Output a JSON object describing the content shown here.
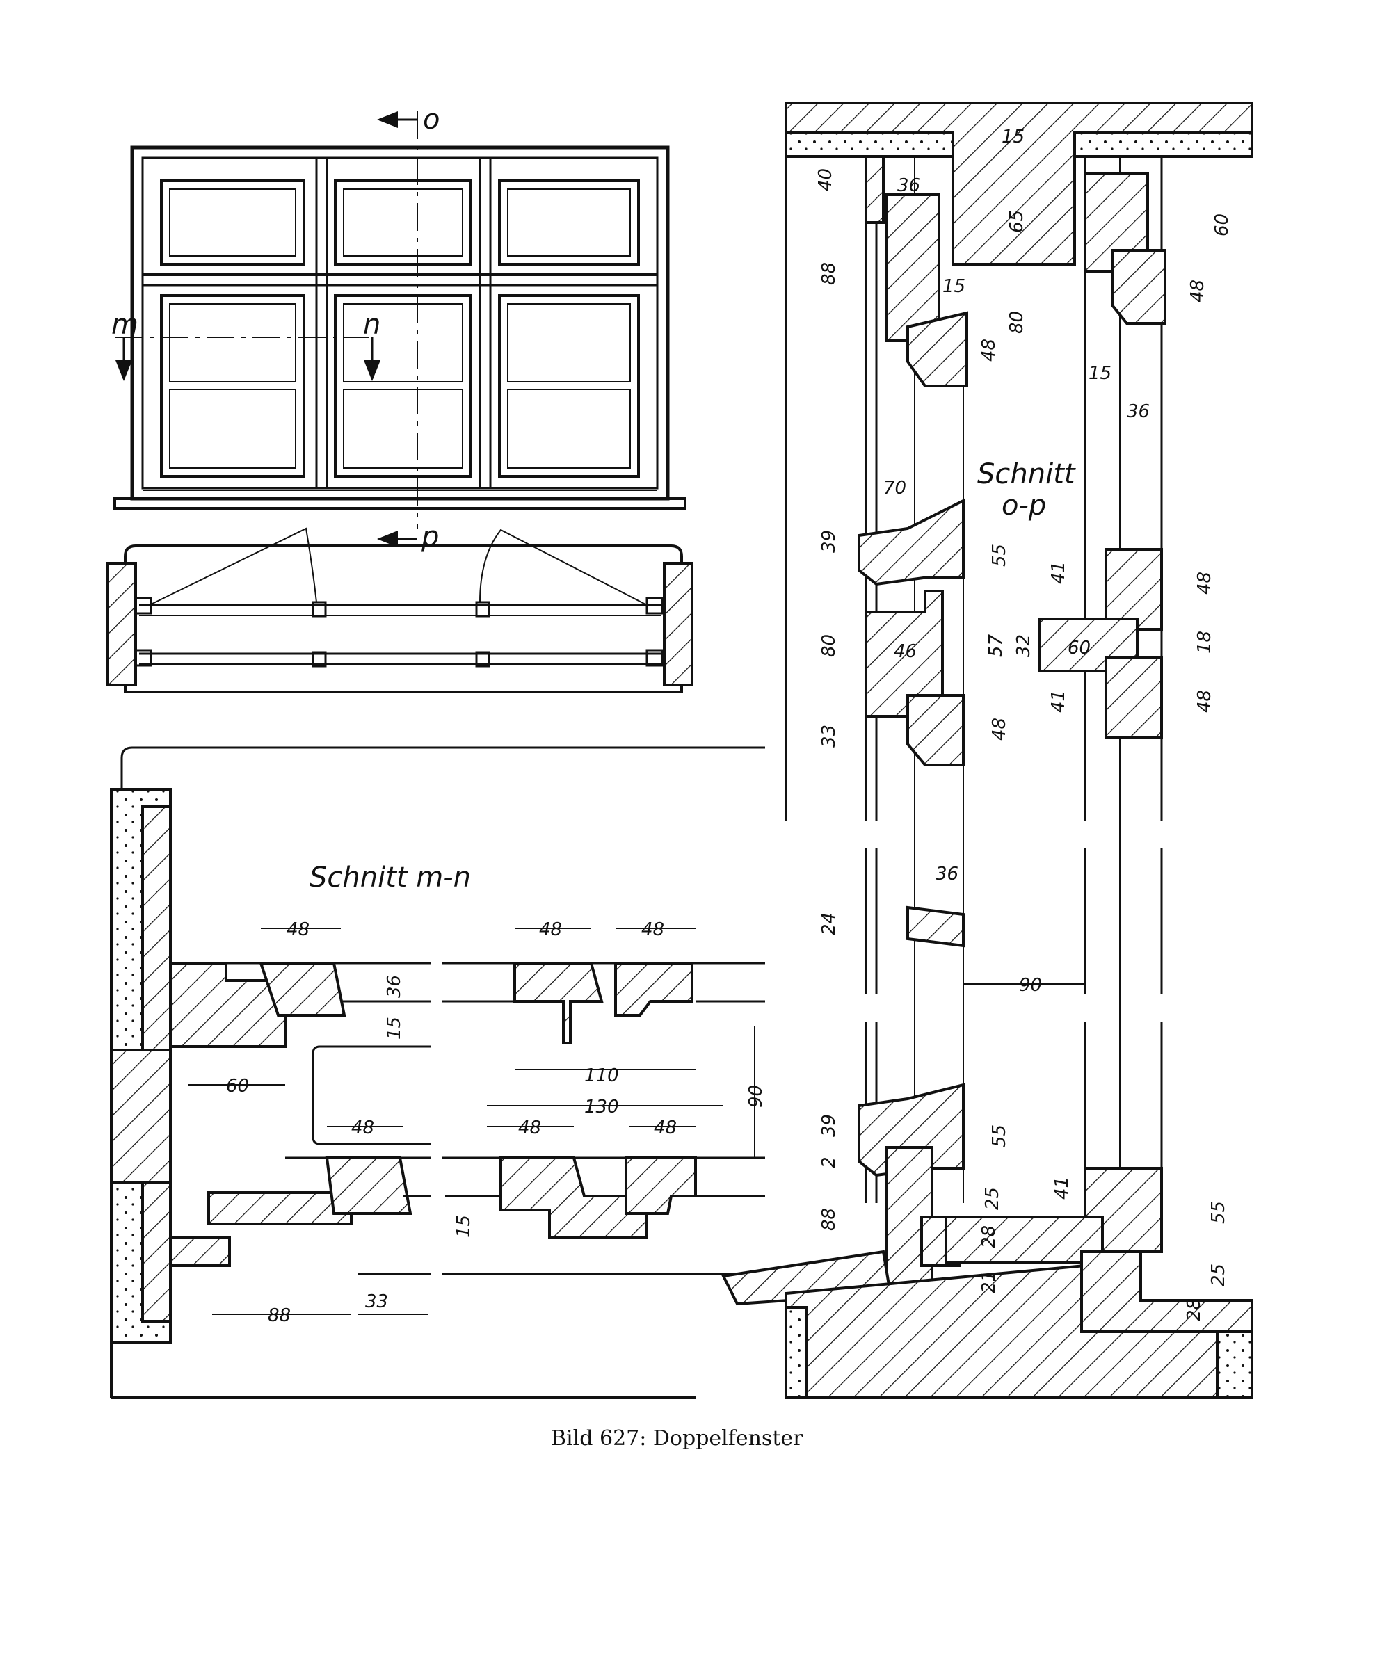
{
  "caption": "Bild 627: Doppelfenster",
  "section_mn": {
    "title": "Schnitt m-n"
  },
  "section_op": {
    "title_line1": "Schnitt",
    "title_line2": "o-p"
  },
  "cut_markers": {
    "o": "o",
    "p": "p",
    "m": "m",
    "n": "n"
  },
  "dims_mn": {
    "d48a": "48",
    "d36": "36",
    "d15a": "15",
    "d60": "60",
    "d48b": "48",
    "d48c": "48",
    "d110": "110",
    "d130": "130",
    "d90": "90",
    "d48d": "48",
    "d48e": "48",
    "d48f": "48",
    "d15b": "15",
    "d88": "88",
    "d33": "33"
  },
  "dims_op": {
    "t15": "15",
    "t40": "40",
    "t36": "36",
    "t65": "65",
    "t88": "88",
    "t15b": "15",
    "t80": "80",
    "t48": "48",
    "t60": "60",
    "t48b": "48",
    "t15c": "15",
    "t36b": "36",
    "m70": "70",
    "m39": "39",
    "m55": "55",
    "m80": "80",
    "m46": "46",
    "m57": "57",
    "m32": "32",
    "m33": "33",
    "m48": "48",
    "m41a": "41",
    "m48a": "48",
    "m60": "60",
    "m18": "18",
    "m41b": "41",
    "m48b": "48",
    "l36": "36",
    "l24": "24",
    "l90": "90",
    "b39": "39",
    "b2": "2",
    "b55": "55",
    "b88": "88",
    "b25": "25",
    "b28": "28",
    "b21": "21",
    "b41": "41",
    "b55b": "55",
    "b25b": "25",
    "b28b": "28"
  }
}
